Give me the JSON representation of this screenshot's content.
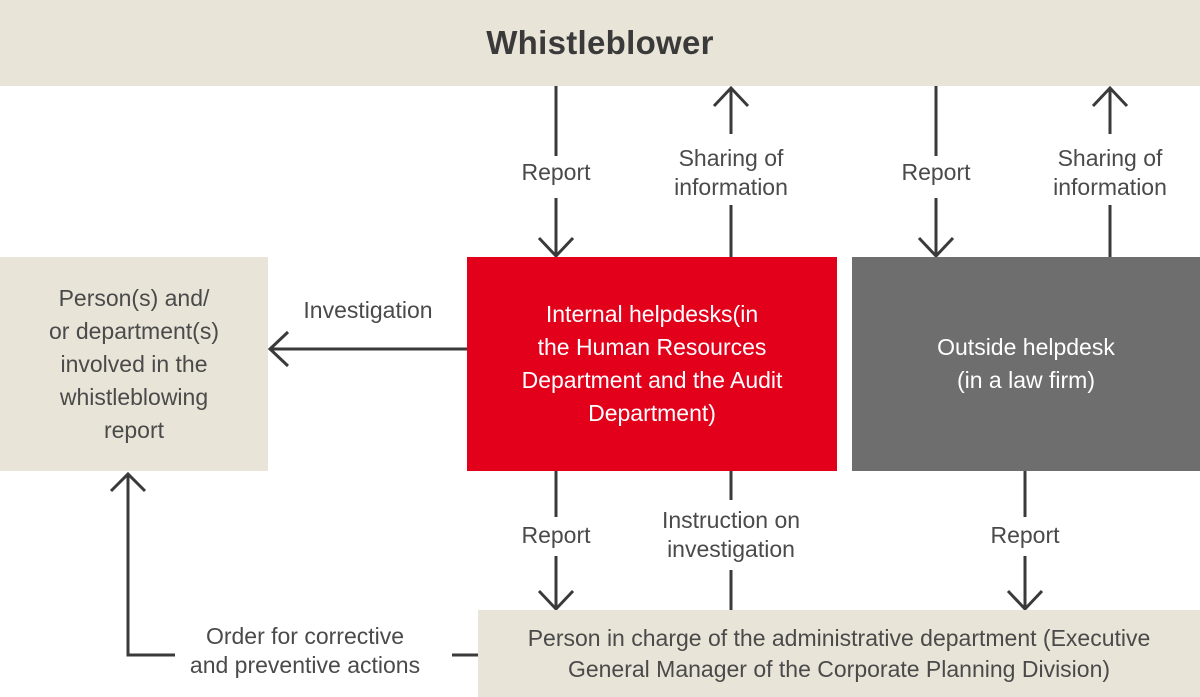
{
  "banner": {
    "title": "Whistleblower"
  },
  "boxes": {
    "involved": "Person(s) and/\nor department(s)\ninvolved in the\nwhistleblowing\nreport",
    "internal": "Internal helpdesks(in\nthe Human Resources\nDepartment and the Audit\nDepartment)",
    "outside": "Outside helpdesk\n(in a law firm)",
    "admin": "Person in charge of the administrative department (Executive\nGeneral Manager of the Corporate Planning Division)"
  },
  "labels": {
    "report_internal_up": "Report",
    "sharing_internal": "Sharing of\ninformation",
    "report_outside_up": "Report",
    "sharing_outside": "Sharing of\ninformation",
    "investigation": "Investigation",
    "report_internal_down": "Report",
    "instruction": "Instruction on\ninvestigation",
    "report_outside_down": "Report",
    "order": "Order for corrective\nand preventive actions"
  },
  "colors": {
    "banner_bg": "#e9e4d8",
    "internal_bg": "#e2001a",
    "outside_bg": "#6e6e6e",
    "arrow": "#3a3a3a"
  }
}
